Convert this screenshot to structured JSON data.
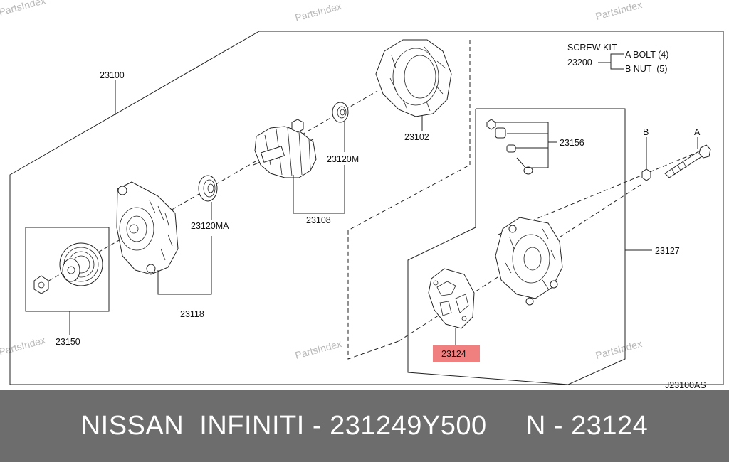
{
  "watermark": "PartsIndex",
  "parts": {
    "p23100": "23100",
    "p23102": "23102",
    "p23120M": "23120M",
    "p23108": "23108",
    "p23120MA": "23120MA",
    "p23118": "23118",
    "p23150": "23150",
    "p23156": "23156",
    "p23127": "23127",
    "p23124": "23124"
  },
  "screw_kit": {
    "title": "SCREW KIT",
    "part": "23200",
    "a_label": "A BOLT (4)",
    "b_label": "B NUT  (5)"
  },
  "markers": {
    "a": "A",
    "b": "B"
  },
  "diagram_code": "J23100AS",
  "highlight_color": "#f08080",
  "footer": {
    "background": "#6d6d6d",
    "text": "NISSAN  INFINITI - 231249Y500     N - 23124"
  }
}
